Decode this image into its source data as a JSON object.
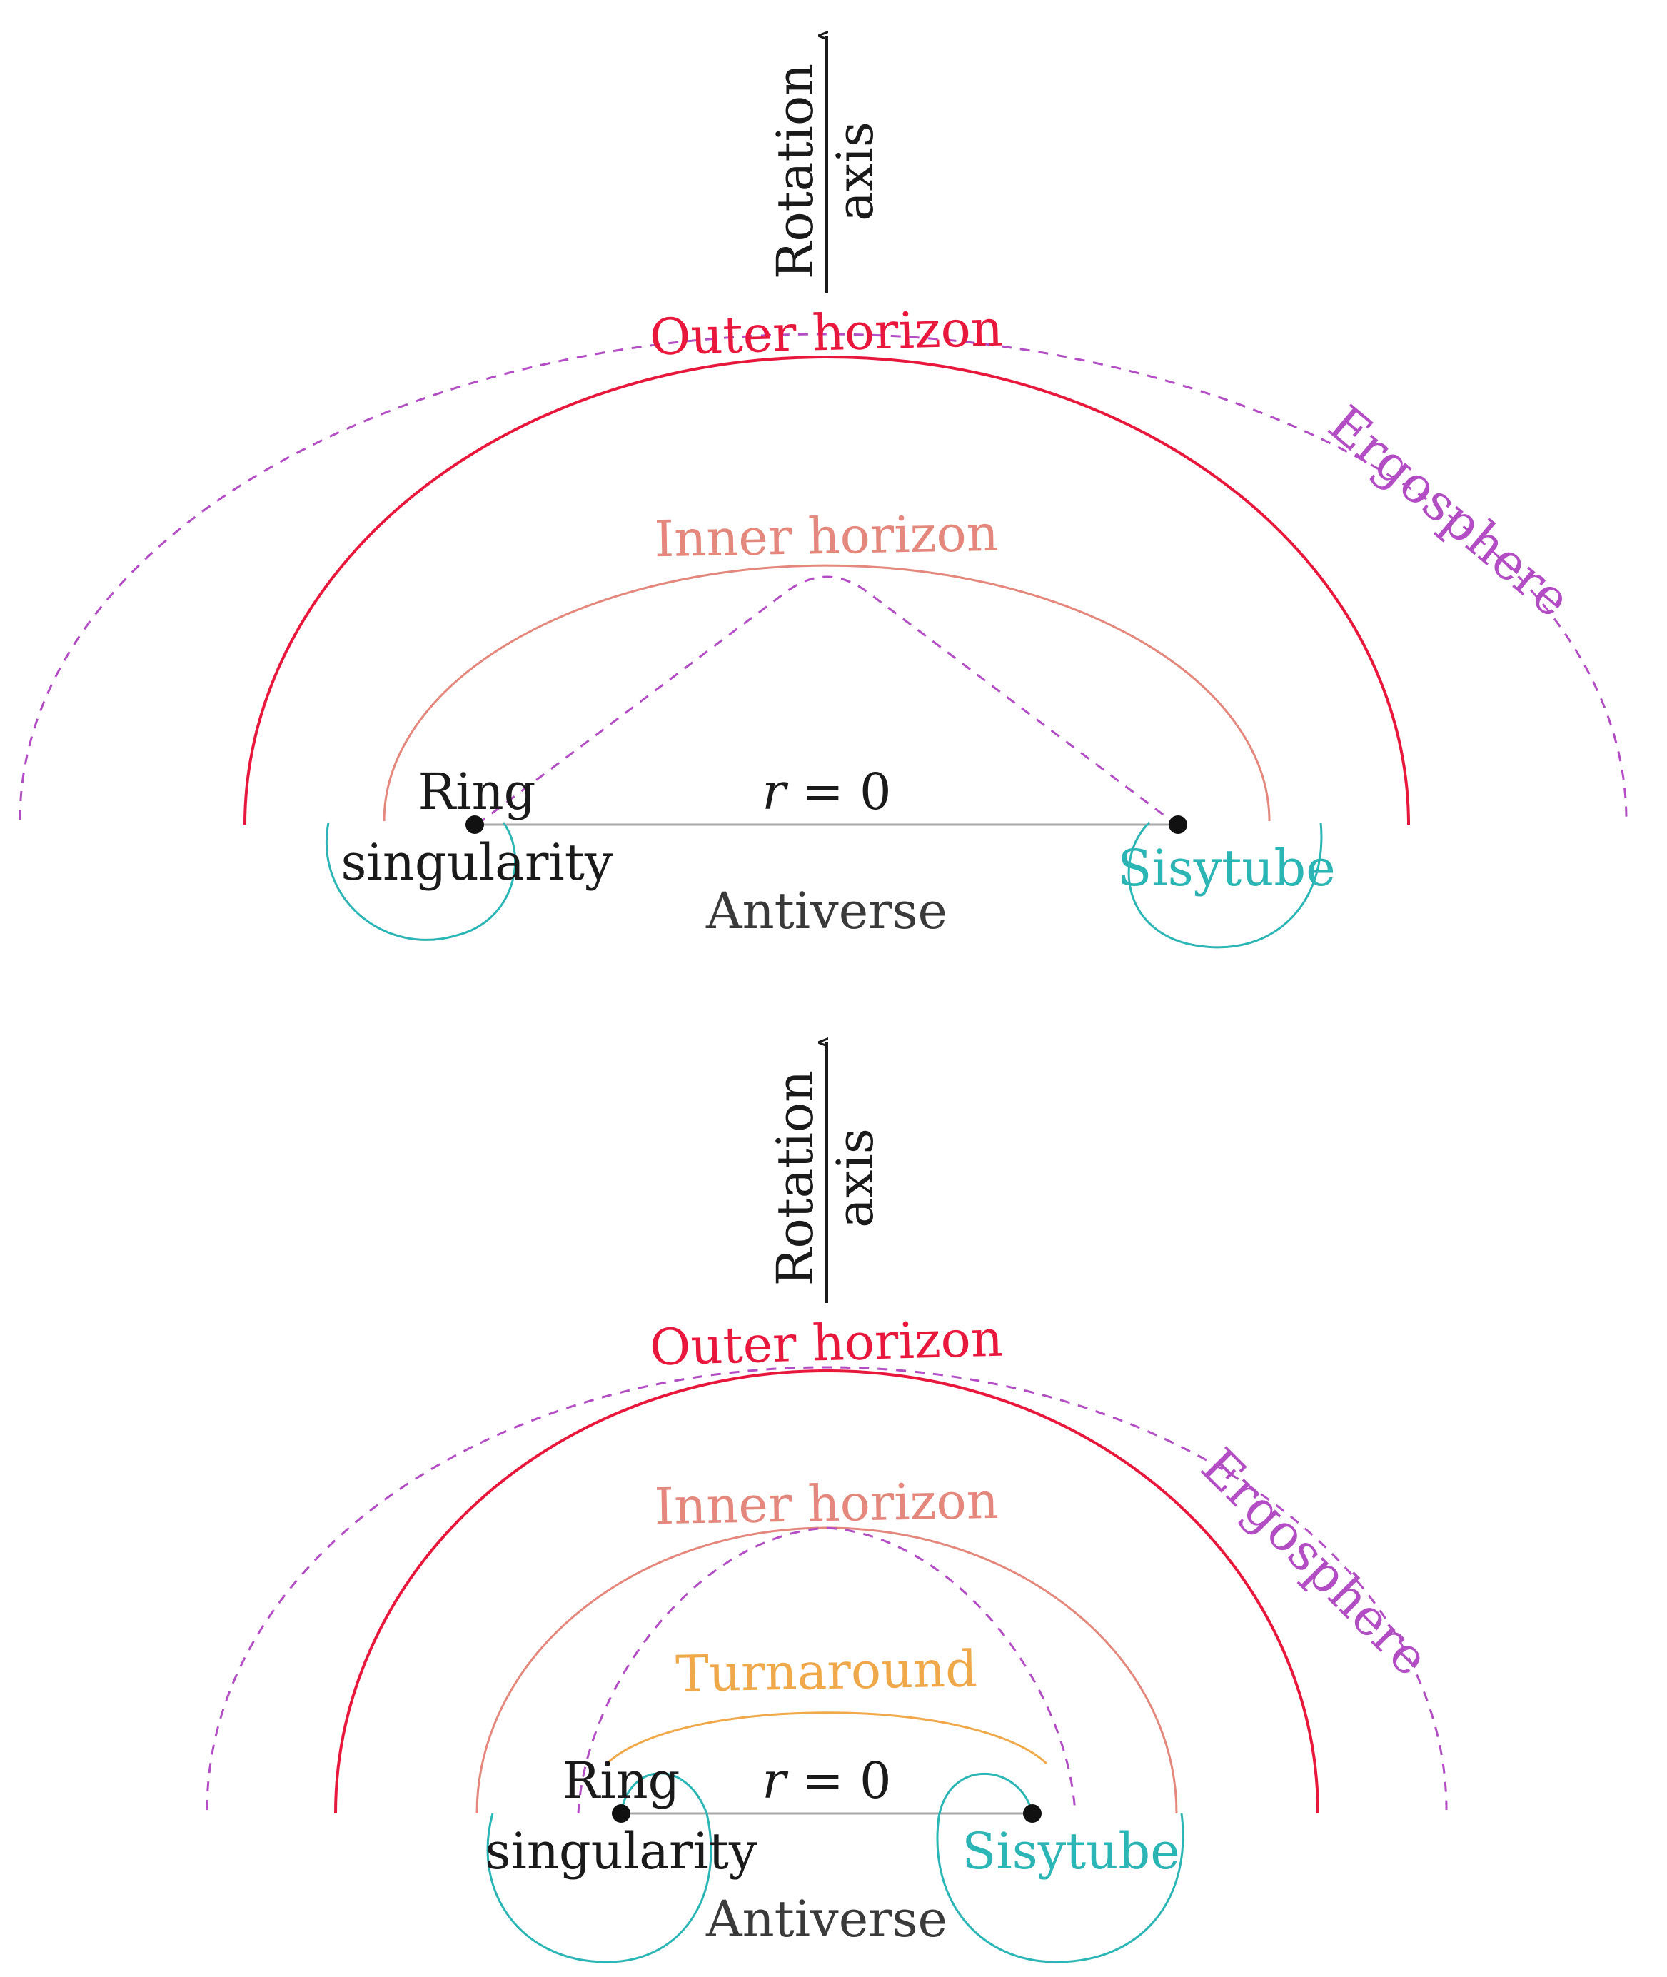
{
  "colors": {
    "outer_horizon": "#e8173c",
    "inner_horizon": "#e4877c",
    "ergosphere": "#b24dc4",
    "sisytube": "#2bb5b5",
    "turnaround": "#f0a94a",
    "axis": "#1a1a1a",
    "ring_line": "#a8a8a8"
  },
  "icons": {
    "axis_arrow": "arrow-up-icon",
    "ring_points": "filled-dot-icon"
  },
  "panels": [
    {
      "axis_label_line1": "Rotation",
      "axis_label_line2": "axis",
      "outer_horizon_label": "Outer horizon",
      "inner_horizon_label": "Inner horizon",
      "ergosphere_label": "Ergosphere",
      "ring_label_line1": "Ring",
      "ring_label_line2": "singularity",
      "r_label_var": "r",
      "r_label_rest": " = 0",
      "sisytube_label": "Sisytube",
      "antiverse_label": "Antiverse"
    },
    {
      "axis_label_line1": "Rotation",
      "axis_label_line2": "axis",
      "outer_horizon_label": "Outer horizon",
      "inner_horizon_label": "Inner horizon",
      "ergosphere_label": "Ergosphere",
      "turnaround_label": "Turnaround",
      "ring_label_line1": "Ring",
      "ring_label_line2": "singularity",
      "r_label_var": "r",
      "r_label_rest": " = 0",
      "sisytube_label": "Sisytube",
      "antiverse_label": "Antiverse"
    }
  ]
}
